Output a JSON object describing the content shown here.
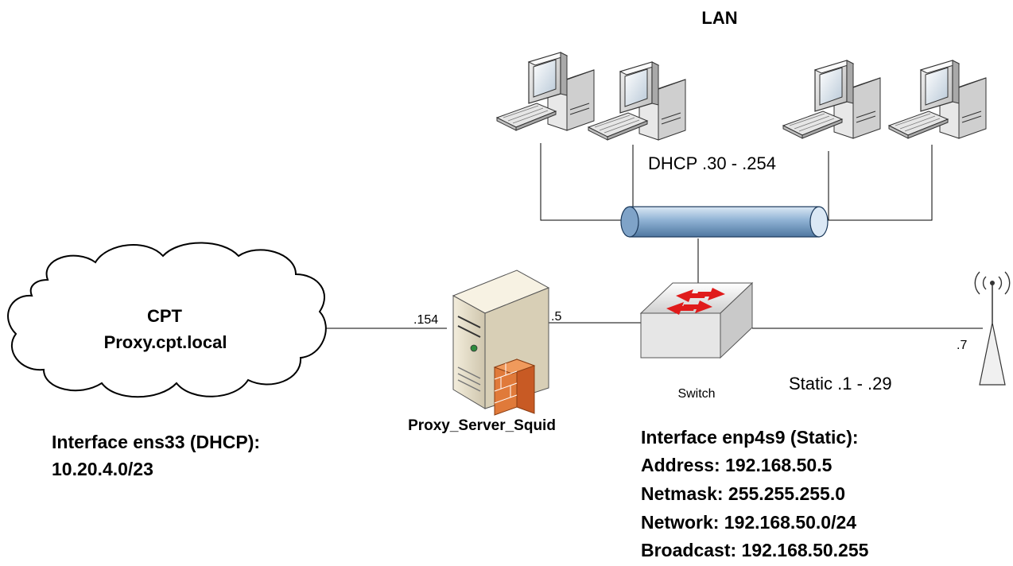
{
  "lan": {
    "title": "LAN",
    "dhcp_label": "DHCP .30 - .254"
  },
  "cloud": {
    "line1": "CPT",
    "line2": "Proxy.cpt.local"
  },
  "wan_interface": {
    "line1": "Interface ens33 (DHCP):",
    "line2": "10.20.4.0/23"
  },
  "proxy": {
    "label": "Proxy_Server_Squid",
    "left_addr": ".154",
    "right_addr": ".5"
  },
  "switch": {
    "label": "Switch"
  },
  "wireless": {
    "addr": ".7"
  },
  "static_range": "Static .1 - .29",
  "lan_interface": {
    "title": "Interface enp4s9 (Static):",
    "address": "Address: 192.168.50.5",
    "netmask": "Netmask: 255.255.255.0",
    "network": "Network: 192.168.50.0/24",
    "broadcast": "Broadcast: 192.168.50.255"
  },
  "colors": {
    "bus": "#7fa3c8",
    "switch_arrow": "#e01b1b",
    "firewall": "#e07a3a"
  }
}
